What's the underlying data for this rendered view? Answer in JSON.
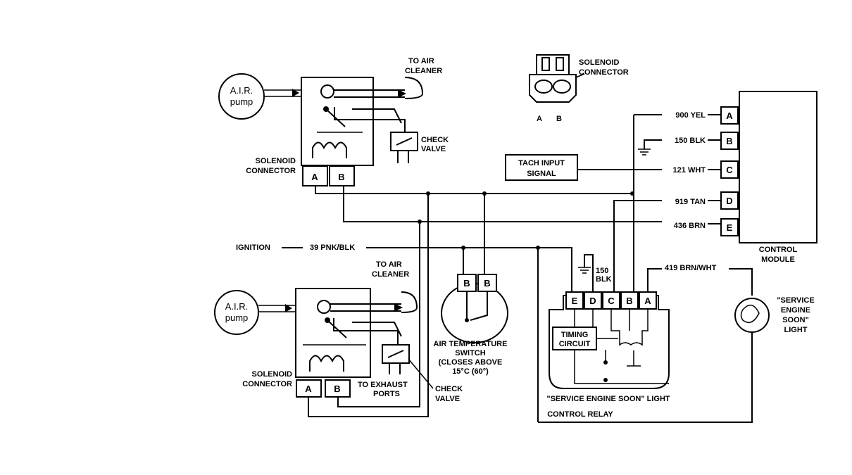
{
  "labels": {
    "to_air_cleaner_top": [
      "TO AIR",
      "CLEANER"
    ],
    "to_air_cleaner_bottom": [
      "TO AIR",
      "CLEANER"
    ],
    "air_pump": [
      "A.I.R.",
      "pump"
    ],
    "check_valve": [
      "CHECK",
      "VALVE"
    ],
    "solenoid_connector": [
      "SOLENOID",
      "CONNECTOR"
    ],
    "pin_a": "A",
    "pin_b": "B",
    "pin_c": "C",
    "pin_d": "D",
    "pin_e": "E",
    "tach_input": [
      "TACH INPUT",
      "SIGNAL"
    ],
    "wire_900": "900 YEL",
    "wire_150": "150 BLK",
    "wire_121": "121 WHT",
    "wire_919": "919 TAN",
    "wire_436": "436 BRN",
    "control_module": [
      "CONTROL",
      "MODULE"
    ],
    "ignition": "IGNITION",
    "wire_39": "39 PNK/BLK",
    "relay_150": [
      "150",
      "BLK"
    ],
    "wire_419": "419 BRN/WHT",
    "ses_light": [
      "\"SERVICE",
      "ENGINE",
      "SOON\"",
      "LIGHT"
    ],
    "air_temp_switch": [
      "AIR TEMPERATURE",
      "SWITCH",
      "(CLOSES ABOVE",
      "15°C (60°)"
    ],
    "to_exhaust": [
      "TO EXHAUST",
      "PORTS"
    ],
    "timing_circuit": [
      "TIMING",
      "CIRCUIT"
    ],
    "ses_light_relay": "\"SERVICE ENGINE SOON\" LIGHT",
    "control_relay": "CONTROL RELAY"
  }
}
